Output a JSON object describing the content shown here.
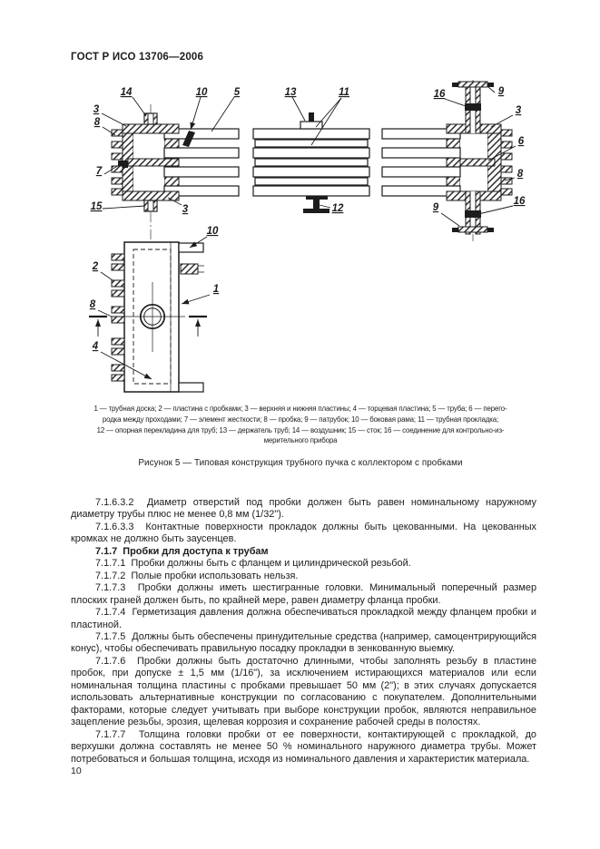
{
  "header": {
    "standard": "ГОСТ Р ИСО 13706—2006"
  },
  "figure": {
    "caption": "Рисунок 5 — Типовая конструкция трубного пучка с коллектором с пробками",
    "legend_lines": [
      "1 — трубная доска; 2 — пластина с пробками; 3 — верхняя и нижняя пластины; 4 — торцевая пластина; 5 — труба; 6 — перего-",
      "родка между проходами; 7 — элемент жесткости; 8 — пробка; 9 — патрубок; 10 — боковая рама; 11 — трубная прокладка;",
      "12 — опорная перекладина для труб; 13 — держатель труб; 14 — воздушник; 15 — сток; 16 — соединение для контрольно-из-",
      "мерительного прибора"
    ],
    "callouts": [
      "14",
      "10",
      "5",
      "13",
      "11",
      "16",
      "9",
      "3",
      "8",
      "7",
      "15",
      "3",
      "12",
      "3",
      "6",
      "8",
      "16",
      "9",
      "10",
      "2",
      "8",
      "1",
      "4"
    ]
  },
  "body": {
    "paragraphs": [
      {
        "text": "7.1.6.3.2  Диаметр отверстий под пробки должен быть равен номинальному наружному диаметру трубы плюс не менее 0,8 мм (1/32\")."
      },
      {
        "text": "7.1.6.3.3  Контактные поверхности прокладок должны быть цекованными. На цекованных кромках не должно быть заусенцев."
      },
      {
        "text": "7.1.7  Пробки для доступа к трубам"
      },
      {
        "text": "7.1.7.1  Пробки должны быть с фланцем и цилиндрической резьбой."
      },
      {
        "text": "7.1.7.2  Полые пробки использовать нельзя."
      },
      {
        "text": "7.1.7.3  Пробки должны иметь шестигранные головки. Минимальный поперечный размер плоских граней должен быть, по крайней мере, равен диаметру фланца пробки."
      },
      {
        "text": "7.1.7.4  Герметизация давления должна обеспечиваться прокладкой между фланцем пробки и пластиной."
      },
      {
        "text": "7.1.7.5  Должны быть обеспечены принудительные средства (например, самоцентрирующийся конус), чтобы обеспечивать правильную посадку прокладки в зенкованную выемку."
      },
      {
        "text": "7.1.7.6  Пробки должны быть достаточно длинными, чтобы заполнять резьбу в пластине пробок, при допуске ± 1,5 мм (1/16\"), за исключением истирающихся материалов или если номинальная толщина пластины с пробками превышает 50 мм (2\"); в этих случаях допускается использовать альтернативные конструкции по согласованию с покупателем. Дополнительными факторами, которые следует учитывать при выборе конструкции пробок, являются неправильное зацепление резьбы, эрозия, щелевая коррозия и сохранение рабочей среды в полостях."
      },
      {
        "text": "7.1.7.7  Толщина головки пробки от ее поверхности, контактирующей с прокладкой, до верхушки должна составлять не менее 50 % номинального наружного диаметра трубы. Может потребоваться и большая толщина, исходя из номинального давления и характеристик материала."
      }
    ]
  },
  "footer": {
    "page_number": "10"
  }
}
